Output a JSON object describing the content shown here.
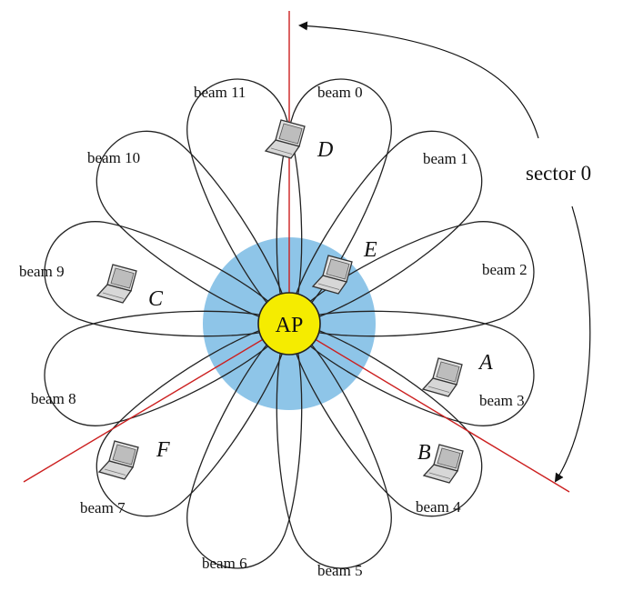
{
  "center_label": "AP",
  "sector_label": "sector 0",
  "colors": {
    "coverage": "#8ec5e8",
    "ap_fill": "#f5ec00",
    "sector_line": "#cc1f1f",
    "beam_line": "#222222"
  },
  "beams": [
    {
      "label": "beam 0"
    },
    {
      "label": "beam 1"
    },
    {
      "label": "beam 2"
    },
    {
      "label": "beam 3"
    },
    {
      "label": "beam 4"
    },
    {
      "label": "beam 5"
    },
    {
      "label": "beam 6"
    },
    {
      "label": "beam 7"
    },
    {
      "label": "beam 8"
    },
    {
      "label": "beam 9"
    },
    {
      "label": "beam 10"
    },
    {
      "label": "beam 11"
    }
  ],
  "stations": [
    {
      "label": "A",
      "icon": "laptop-icon"
    },
    {
      "label": "B",
      "icon": "laptop-icon"
    },
    {
      "label": "C",
      "icon": "laptop-icon"
    },
    {
      "label": "D",
      "icon": "laptop-icon"
    },
    {
      "label": "E",
      "icon": "laptop-icon"
    },
    {
      "label": "F",
      "icon": "laptop-icon"
    }
  ]
}
